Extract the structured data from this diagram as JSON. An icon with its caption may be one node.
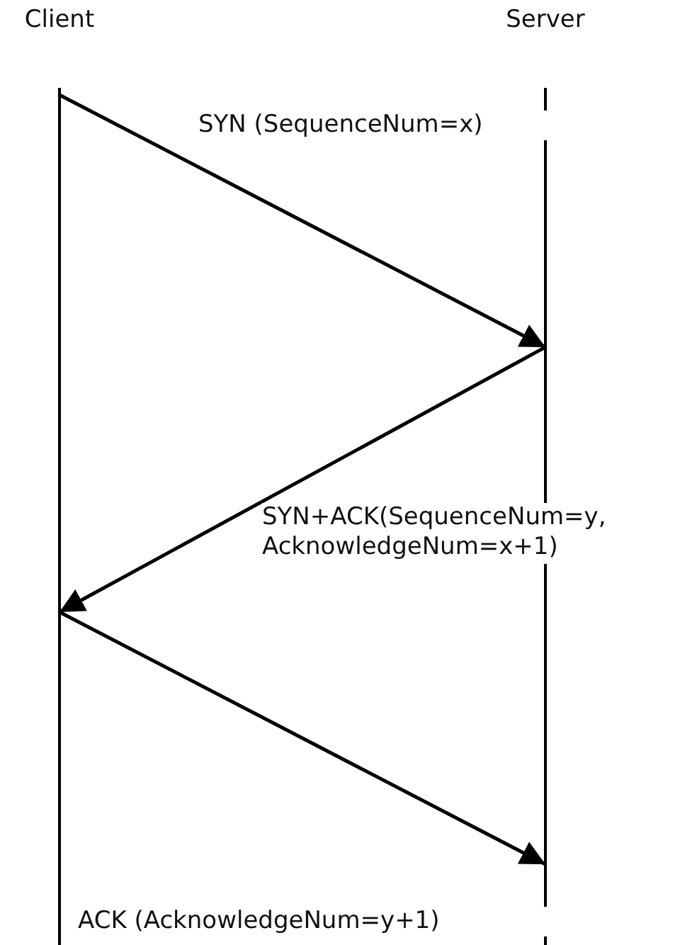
{
  "diagram": {
    "nodes": [
      {
        "text": [
          "Client"
        ]
      },
      {
        "text": [
          "Server"
        ]
      }
    ],
    "edges": [
      {
        "from": 0,
        "to": 1,
        "arrow": "to",
        "label": "SYN (SequenceNum=x)"
      },
      {
        "from": 1,
        "to": 0,
        "arrow": "to",
        "label": "SYN+ACK(SequenceNum=y, AcknowledgeNum=x+1)"
      },
      {
        "from": 0,
        "to": 1,
        "arrow": "to",
        "label": "ACK (AcknowledgeNum=y+1)"
      }
    ]
  }
}
